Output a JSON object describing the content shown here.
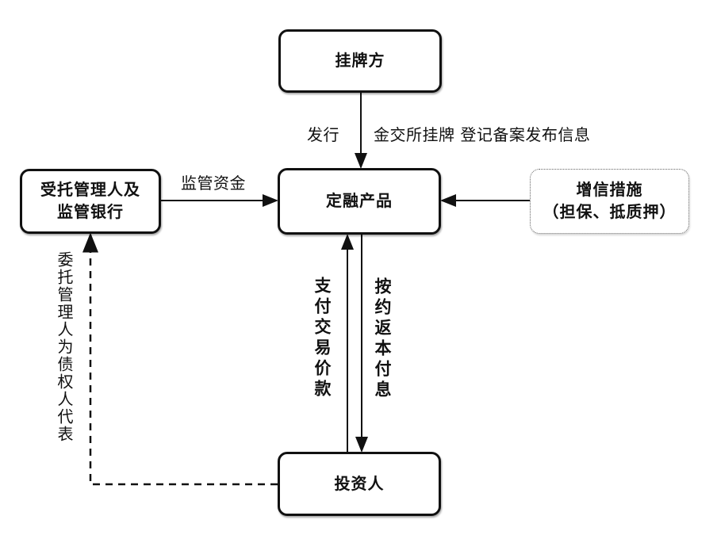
{
  "nodes": {
    "issuer": "挂牌方",
    "product": "定融产品",
    "trustee": "受托管理人及\n监管银行",
    "credit": "增信措施\n（担保、抵质押）",
    "investor": "投资人"
  },
  "edge_labels": {
    "issue": "发行",
    "listing": "金交所挂牌 登记备案发布信息",
    "funds": "监管资金",
    "pay": "支付交易价款",
    "repay": "按约返本付息",
    "represent": "委托管理人为债权人代表"
  },
  "colors": {
    "line": "#111111",
    "border": "#111111",
    "dotted_border": "#666666"
  }
}
